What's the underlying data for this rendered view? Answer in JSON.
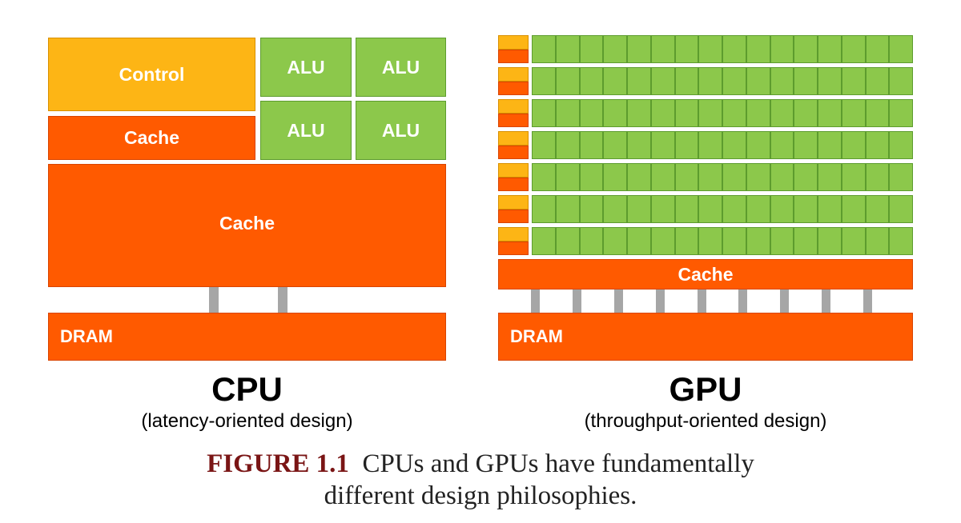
{
  "cpu": {
    "title": "CPU",
    "subtitle": "(latency-oriented design)",
    "control_label": "Control",
    "alu_labels": [
      "ALU",
      "ALU",
      "ALU",
      "ALU"
    ],
    "small_cache_label": "Cache",
    "large_cache_label": "Cache",
    "dram_label": "DRAM",
    "bus_count": 2
  },
  "gpu": {
    "title": "GPU",
    "subtitle": "(throughput-oriented design)",
    "rows": 7,
    "alus_per_row": 16,
    "cache_label": "Cache",
    "dram_label": "DRAM",
    "bus_count": 9
  },
  "caption": {
    "figure_label": "FIGURE 1.1",
    "line1": "CPUs and GPUs have fundamentally",
    "line2": "different design philosophies."
  },
  "colors": {
    "control": "#fdb515",
    "cache": "#ff5a00",
    "alu": "#8cc84b",
    "bus": "#a6a6a6",
    "figure_label": "#7a1515"
  }
}
